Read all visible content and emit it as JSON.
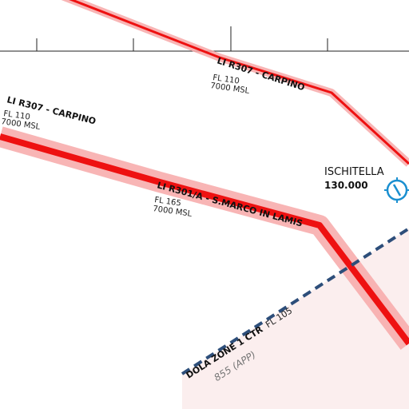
{
  "routes": [
    {
      "name": "LI R307 - CARPINO",
      "fl": "FL 110",
      "msl": "7000 MSL"
    },
    {
      "name": "LI R307 - CARPINO",
      "fl": "FL 110",
      "msl": "7000 MSL"
    },
    {
      "name": "LI R301/A - S.MARCO IN LAMIS",
      "fl": "FL 165",
      "msl": "7000 MSL"
    }
  ],
  "navaid": {
    "name": "ISCHITELLA",
    "frequency": "130.000",
    "icon": "vor-icon"
  },
  "ctr": {
    "name": "DOLA ZONE 1 CTR",
    "fl": "FL 105",
    "freq": "855  (APP)"
  },
  "colors": {
    "route": "#ee1111",
    "route_halo": "#f7a8a8",
    "ctr_boundary": "#2d4e7a",
    "ctr_fill": "#fbeeee",
    "navaid": "#1a8fd0",
    "scale_line": "#222222"
  }
}
